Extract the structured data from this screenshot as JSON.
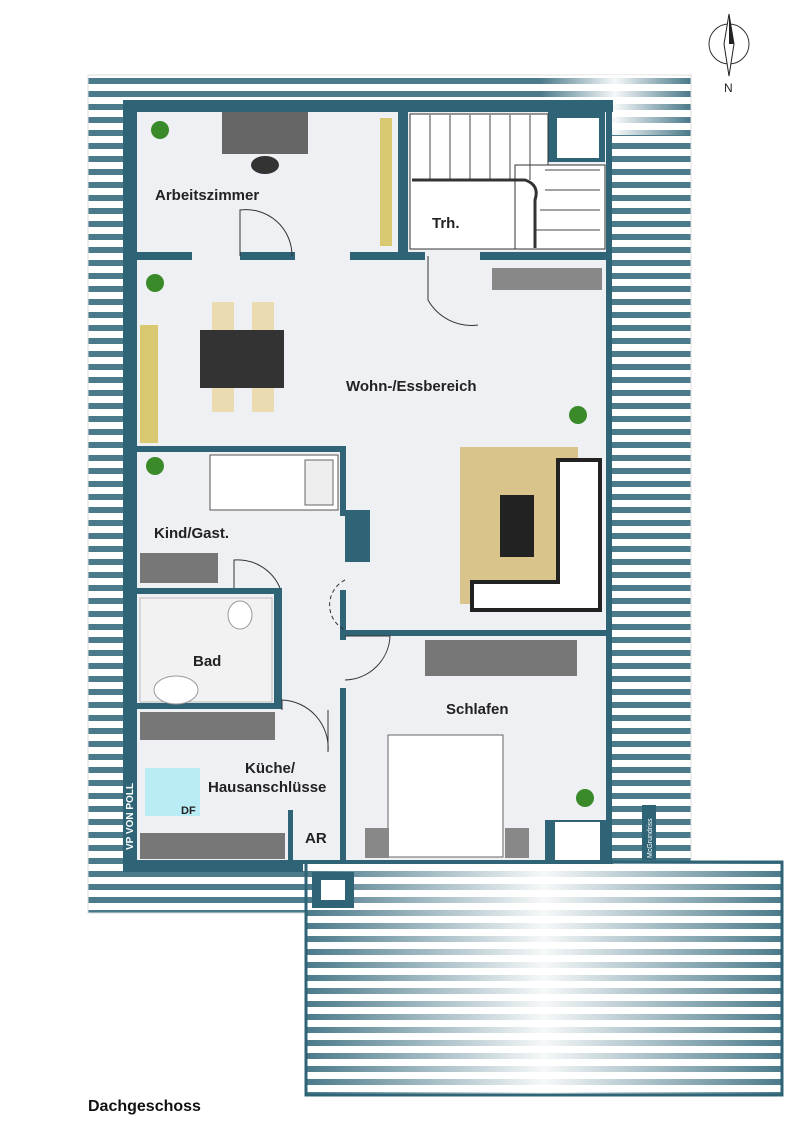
{
  "plan_title": "Dachgeschoss",
  "compass": {
    "label": "N"
  },
  "rooms": {
    "arbeitszimmer": "Arbeitszimmer",
    "treppenhaus": "Trh.",
    "wohn_ess": "Wohn-/Essbereich",
    "kind_gast": "Kind/Gast.",
    "bad": "Bad",
    "kueche_1": "Küche/",
    "kueche_2": "Hausanschlüsse",
    "schlafen": "Schlafen",
    "abstellraum": "AR",
    "dachfenster": "DF"
  },
  "branding": {
    "left_logo": "VP VON POLL",
    "right_tag": "McGrundriss"
  },
  "colors": {
    "wall": "#2f6477",
    "floor": "#eef0f4",
    "stripe": "#4b7a8a"
  }
}
